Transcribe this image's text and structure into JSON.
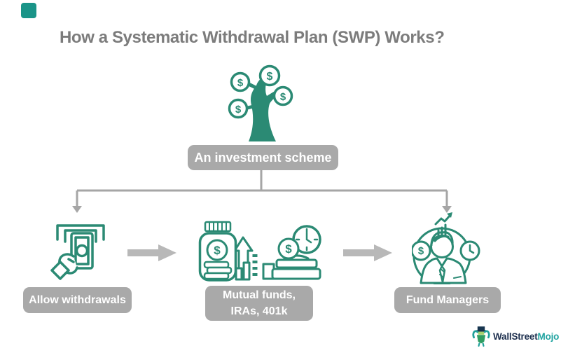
{
  "title": "How a Systematic Withdrawal Plan (SWP) Works?",
  "scheme_box": {
    "label": "An investment scheme"
  },
  "branches": {
    "left": {
      "label": "Allow withdrawals",
      "icon": "cash-withdrawal-icon"
    },
    "middle": {
      "label_line1": "Mutual funds,",
      "label_line2": "IRAs, 401k",
      "icon": "mutual-funds-icon"
    },
    "right": {
      "label": "Fund Managers",
      "icon": "fund-manager-icon"
    }
  },
  "symbols": {
    "dollar": "$"
  },
  "icons": [
    "money-tree-icon",
    "cash-withdrawal-icon",
    "mutual-funds-icon",
    "fund-manager-icon",
    "flow-arrow-right-icon",
    "wallstreetmojo-mascot-icon"
  ],
  "logo": {
    "brand_first": "WallStreet",
    "brand_second": "Mojo"
  },
  "colors": {
    "icon_teal": "#2b8a74",
    "box_gray": "#a9a9a9",
    "connector_gray": "#a6a6a6",
    "block_arrow_gray": "#b8b8b8",
    "title_gray": "#7c7c7c",
    "corner_square_teal": "#1a9488",
    "logo_navy": "#1d2f4e",
    "logo_teal": "#1fa3a0"
  }
}
